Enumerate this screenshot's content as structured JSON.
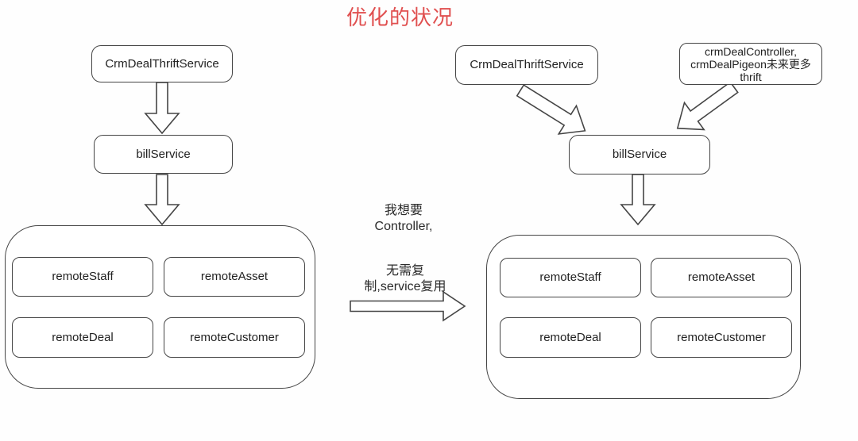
{
  "title": {
    "text": "优化的状况"
  },
  "left": {
    "crm_service": "CrmDealThriftService",
    "bill_service": "billService",
    "remotes": [
      "remoteStaff",
      "remoteAsset",
      "remoteDeal",
      "remoteCustomer"
    ]
  },
  "middle": {
    "want_line1": "我想要",
    "want_line2": "Controller,",
    "reuse_line1": "无需复",
    "reuse_line2": "制,service复用"
  },
  "right": {
    "crm_service": "CrmDealThriftService",
    "controller_line1": "crmDealController,",
    "controller_line2": "crmDealPigeon未来更多",
    "controller_line3": "thrift",
    "bill_service": "billService",
    "remotes": [
      "remoteStaff",
      "remoteAsset",
      "remoteDeal",
      "remoteCustomer"
    ]
  },
  "colors": {
    "title": "#e04f4f",
    "line": "#454545",
    "text": "#222222",
    "background": "#ffffff"
  }
}
